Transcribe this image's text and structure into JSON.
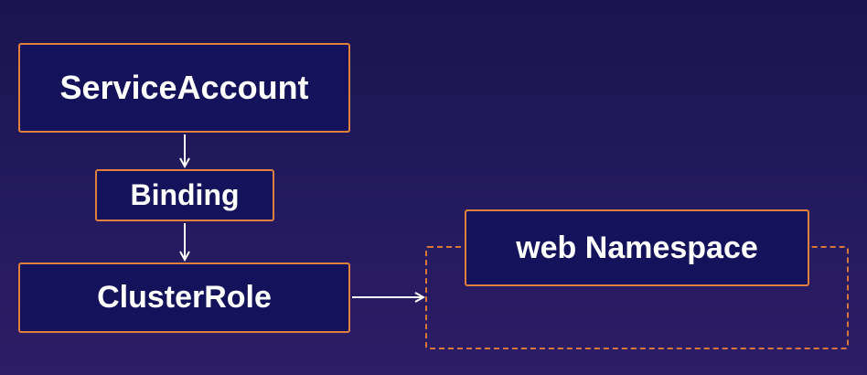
{
  "diagram": {
    "nodes": {
      "service_account": "ServiceAccount",
      "binding": "Binding",
      "cluster_role": "ClusterRole",
      "web_namespace": "web Namespace"
    },
    "edges": [
      {
        "from": "ServiceAccount",
        "to": "Binding"
      },
      {
        "from": "Binding",
        "to": "ClusterRole"
      },
      {
        "from": "ClusterRole",
        "to": "web Namespace"
      }
    ],
    "colors": {
      "background": "#1a1550",
      "node_fill": "#14125a",
      "node_border": "#e0803e",
      "text": "#ffffff",
      "arrow": "#ffffff",
      "namespace_dashed_border": "#d9763a"
    }
  }
}
